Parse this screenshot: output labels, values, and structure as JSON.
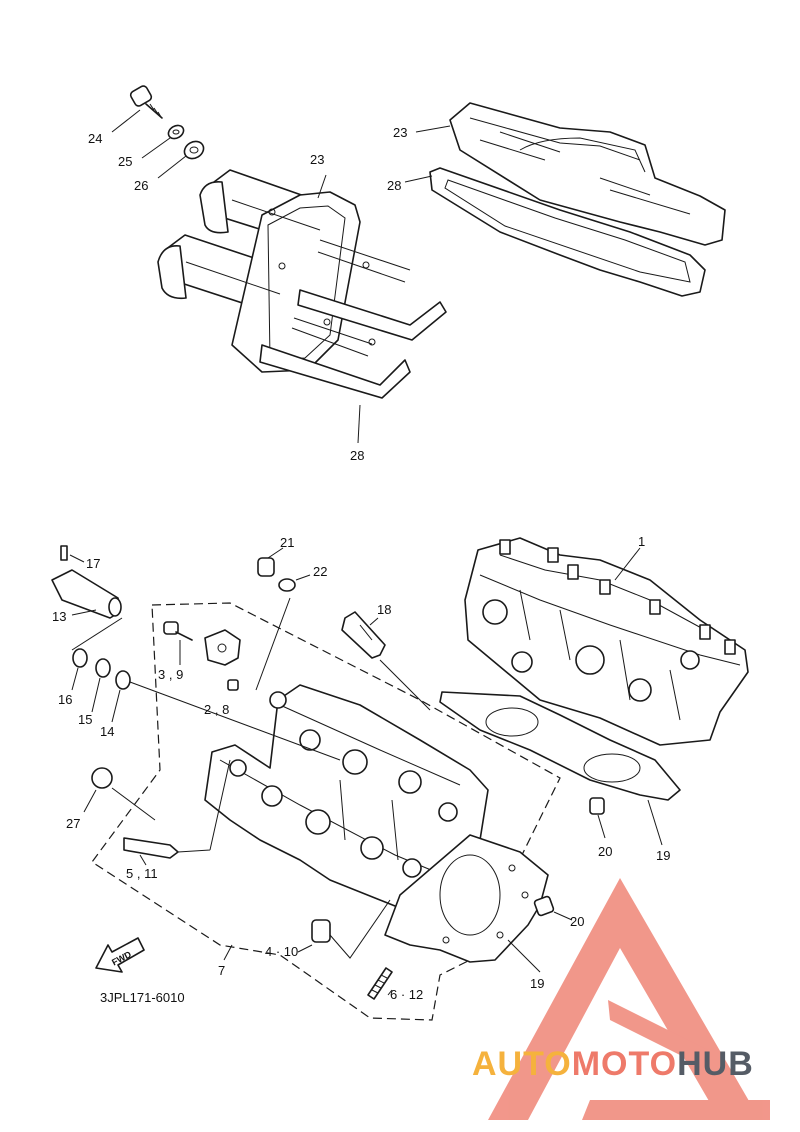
{
  "diagram": {
    "drawing_code": "3JPL171-6010",
    "callouts": [
      {
        "id": "c24",
        "text": "24"
      },
      {
        "id": "c25",
        "text": "25"
      },
      {
        "id": "c26",
        "text": "26"
      },
      {
        "id": "c23a",
        "text": "23"
      },
      {
        "id": "c23b",
        "text": "23"
      },
      {
        "id": "c28a",
        "text": "28"
      },
      {
        "id": "c28b",
        "text": "28"
      },
      {
        "id": "c17",
        "text": "17"
      },
      {
        "id": "c13",
        "text": "13"
      },
      {
        "id": "c21",
        "text": "21"
      },
      {
        "id": "c22",
        "text": "22"
      },
      {
        "id": "c18",
        "text": "18"
      },
      {
        "id": "c1",
        "text": "1"
      },
      {
        "id": "c39",
        "text": "3 , 9"
      },
      {
        "id": "c28s",
        "text": "2 , 8"
      },
      {
        "id": "c16",
        "text": "16"
      },
      {
        "id": "c15",
        "text": "15"
      },
      {
        "id": "c14",
        "text": "14"
      },
      {
        "id": "c27",
        "text": "27"
      },
      {
        "id": "c511",
        "text": "5 , 11"
      },
      {
        "id": "c20a",
        "text": "20"
      },
      {
        "id": "c19a",
        "text": "19"
      },
      {
        "id": "c20b",
        "text": "20"
      },
      {
        "id": "c410",
        "text": "4 · 10"
      },
      {
        "id": "c7",
        "text": "7"
      },
      {
        "id": "c19b",
        "text": "19"
      },
      {
        "id": "c612",
        "text": "6 · 12"
      }
    ],
    "fwd_label": "FWD"
  },
  "watermark": {
    "part1": "AUTO",
    "part2": "MOTO",
    "part3": "HUB",
    "colors": {
      "auto": "#f5b23d",
      "moto": "#ee7a6a",
      "hub": "#555c66",
      "triangle": "#ee7a6a"
    }
  }
}
